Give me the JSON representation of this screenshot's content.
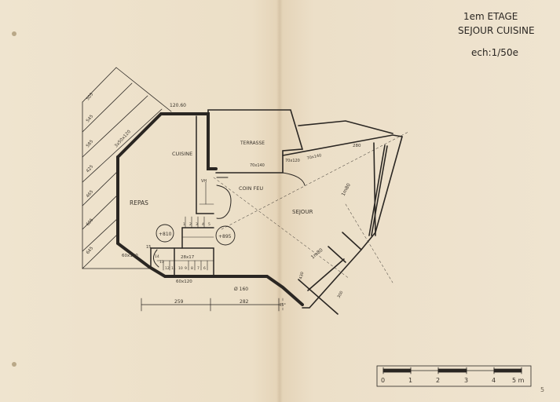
{
  "title": {
    "line1": "1em ETAGE",
    "line2": "SEJOUR CUISINE"
  },
  "scale_label": "ech:1/50e",
  "rooms": {
    "cuisine": "CUISINE",
    "terrasse": "TERRASSE",
    "repas": "REPAS",
    "coin_feu": "COIN FEU",
    "sejour": "SEJOUR"
  },
  "dimensions": {
    "d1": "120.60",
    "d2": "3x50x120",
    "d3": "70x140",
    "d4": "70x120",
    "d5": "70x140",
    "d6": "280",
    "d7": "1m80",
    "d8": "1m80",
    "d9": "60x120",
    "d10": "60x120",
    "d11": "Ø 160",
    "d12": "259",
    "d13": "282",
    "d14": "430",
    "d15": "300",
    "d16": "45°",
    "d17": "28x17",
    "d18": "+810",
    "d19": "+895",
    "d20": "15",
    "d21": "VH"
  },
  "left_heights": [
    "505",
    "545",
    "585",
    "425",
    "465",
    "605",
    "645"
  ],
  "stair_numbers": [
    "1",
    "2",
    "3",
    "4",
    "5",
    "6",
    "7",
    "8",
    "9",
    "10",
    "11",
    "12",
    "13",
    "14"
  ],
  "scale_bar": {
    "ticks": [
      "0",
      "1",
      "2",
      "3",
      "4",
      "5 m"
    ]
  },
  "page_number": "5",
  "colors": {
    "ink": "#2a2622",
    "paper": "#ece0ca"
  }
}
